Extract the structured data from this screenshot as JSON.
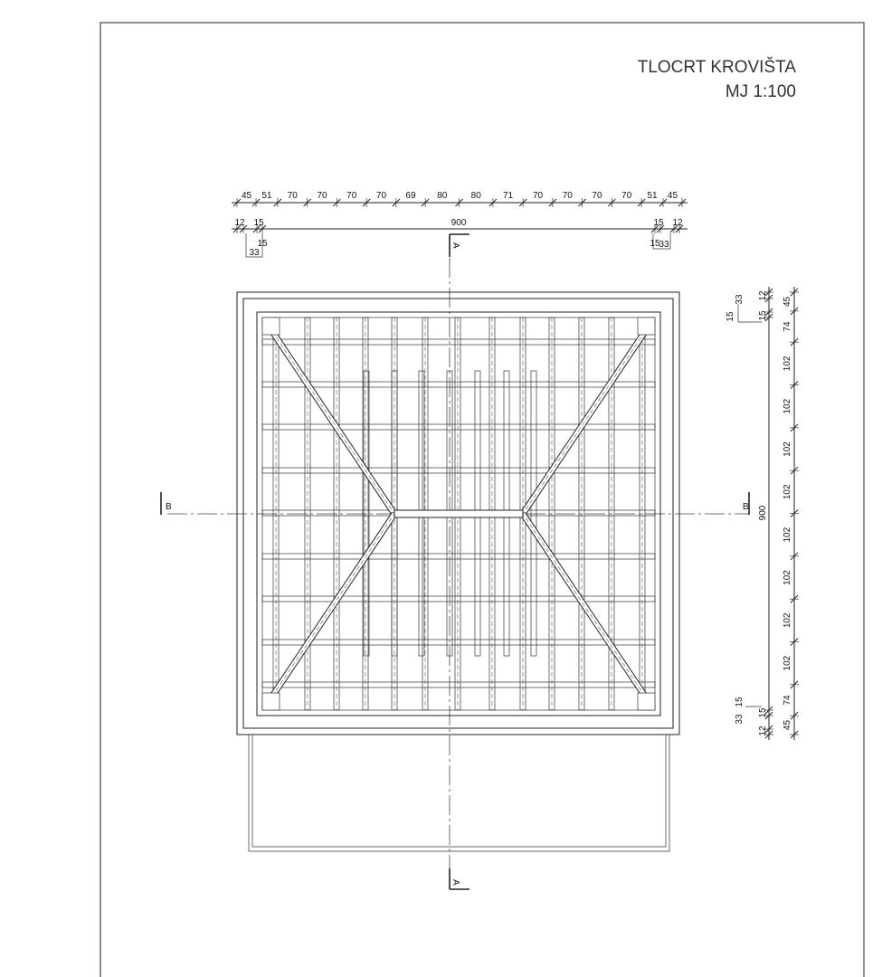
{
  "title": {
    "line1": "TLOCRT KROVIŠTA",
    "line2": "MJ 1:100"
  },
  "section_marks": {
    "a_top": "A",
    "a_bottom": "A",
    "b_left": "B",
    "b_right": "B"
  },
  "dims_top_row1": [
    "45",
    "51",
    "70",
    "70",
    "70",
    "70",
    "69",
    "80",
    "80",
    "71",
    "70",
    "70",
    "70",
    "70",
    "51",
    "45"
  ],
  "dims_top_row2": {
    "left": [
      "12",
      "15"
    ],
    "center": "900",
    "right": [
      "15",
      "12"
    ]
  },
  "dims_top_sub": {
    "left": [
      "15",
      "33"
    ],
    "right": [
      "15",
      "33"
    ]
  },
  "dims_right_row1": [
    "45",
    "74",
    "102",
    "102",
    "102",
    "102",
    "102",
    "102",
    "102",
    "102",
    "74",
    "45"
  ],
  "dims_right_total": "900",
  "dims_right_sub": {
    "top": [
      "15",
      "33",
      "12",
      "15"
    ],
    "bottom": [
      "33",
      "15",
      "15",
      "12"
    ]
  }
}
